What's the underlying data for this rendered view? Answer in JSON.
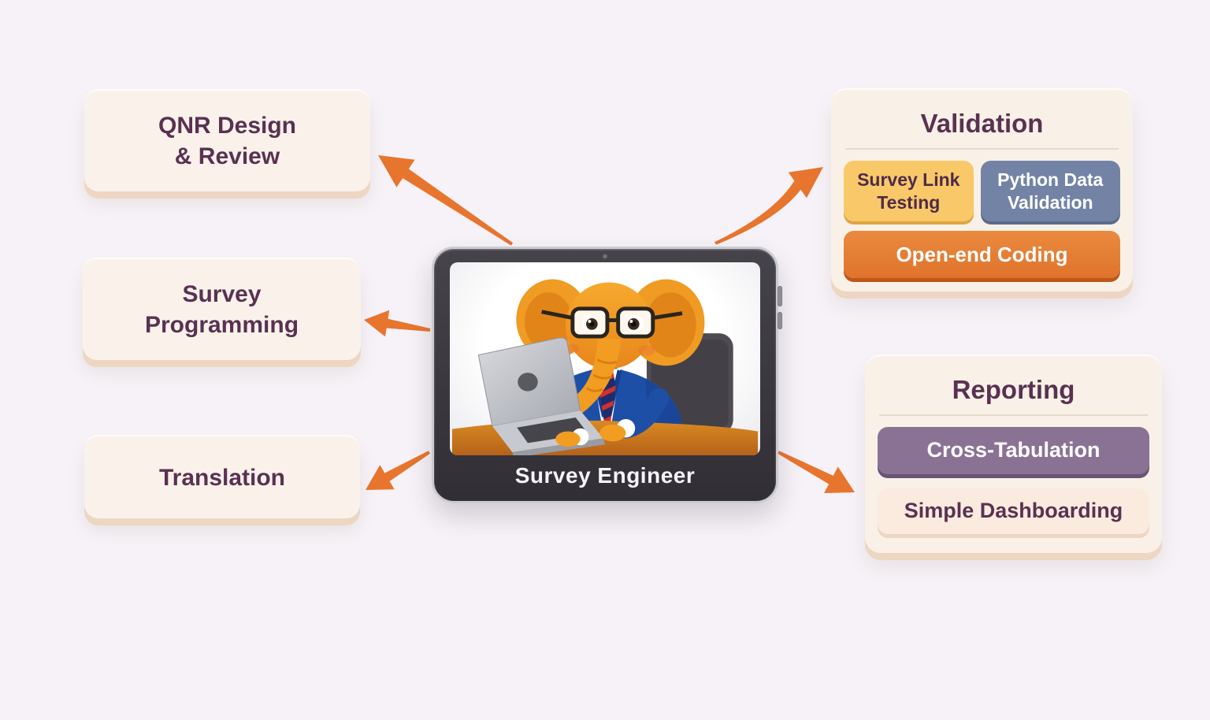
{
  "theme": {
    "background": "#F6F2F7",
    "box_bg": "#FAF2EA",
    "box_edge": "#EDD6C2",
    "text_plum": "#5A3152",
    "accent_orange": "#E8752E",
    "chip_yellow": "#F9C869",
    "chip_blue": "#7383A6",
    "chip_orange": "#E0732C",
    "chip_purple": "#8A7295",
    "chip_peach": "#FBEBDE",
    "tablet_frame": "#3A373C"
  },
  "center": {
    "label": "Survey Engineer",
    "illustration": "elephant-mascot-in-suit-typing-on-laptop-at-desk"
  },
  "left_boxes": [
    {
      "id": "qnr-design-review",
      "lines": [
        "QNR Design",
        "& Review"
      ]
    },
    {
      "id": "survey-programming",
      "lines": [
        "Survey",
        "Programming"
      ]
    },
    {
      "id": "translation",
      "lines": [
        "Translation"
      ]
    }
  ],
  "validation": {
    "title": "Validation",
    "chips": [
      {
        "label": "Survey Link Testing",
        "color": "yellow"
      },
      {
        "label": "Python Data Validation",
        "color": "blue"
      },
      {
        "label": "Open-end Coding",
        "color": "orange"
      }
    ]
  },
  "reporting": {
    "title": "Reporting",
    "chips": [
      {
        "label": "Cross-Tabulation",
        "color": "purple"
      },
      {
        "label": "Simple Dashboarding",
        "color": "peach"
      }
    ]
  }
}
